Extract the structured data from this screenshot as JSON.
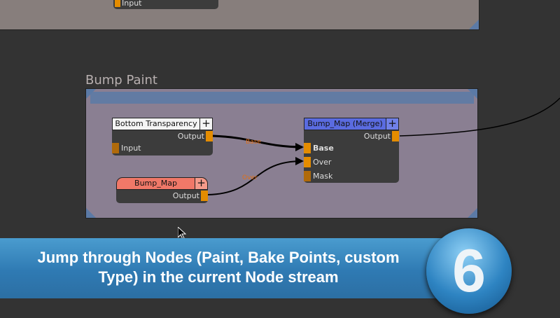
{
  "top_backdrop": {
    "node_port_label": "Input"
  },
  "backdrop": {
    "title": "Bump Paint"
  },
  "nodes": [
    {
      "title": "Bottom Transparency",
      "outputs": [
        "Output"
      ],
      "inputs": [
        "Input"
      ]
    },
    {
      "title": "Bump_Map",
      "outputs": [
        "Output"
      ]
    },
    {
      "title": "Bump_Map (Merge)",
      "outputs": [
        "Output"
      ],
      "inputs": [
        "Base",
        "Over",
        "Mask"
      ]
    }
  ],
  "add_label": "+",
  "connections": [
    {
      "label": "Base"
    },
    {
      "label": "Over"
    }
  ],
  "banner": {
    "text": "Jump through Nodes (Paint, Bake Points, custom Type) in the current Node stream",
    "number": "6"
  },
  "colors": {
    "port": "#e48c00",
    "merge_header": "#5a6be0",
    "paint_header": "#f07060"
  }
}
